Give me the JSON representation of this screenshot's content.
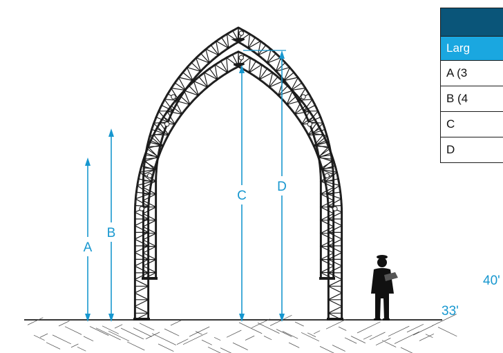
{
  "table": {
    "title": "",
    "header": "Larg",
    "rows": [
      "A (3",
      "B (4",
      "C",
      "D"
    ]
  },
  "dimensions": {
    "labels": [
      "A",
      "B",
      "C",
      "D"
    ],
    "inner_span": "33'",
    "outer_span": "40'"
  },
  "colors": {
    "accent": "#1797cf",
    "table_title_bg": "#0a5579",
    "table_header_bg": "#1aa7e0",
    "truss": "#1a1a1a"
  }
}
